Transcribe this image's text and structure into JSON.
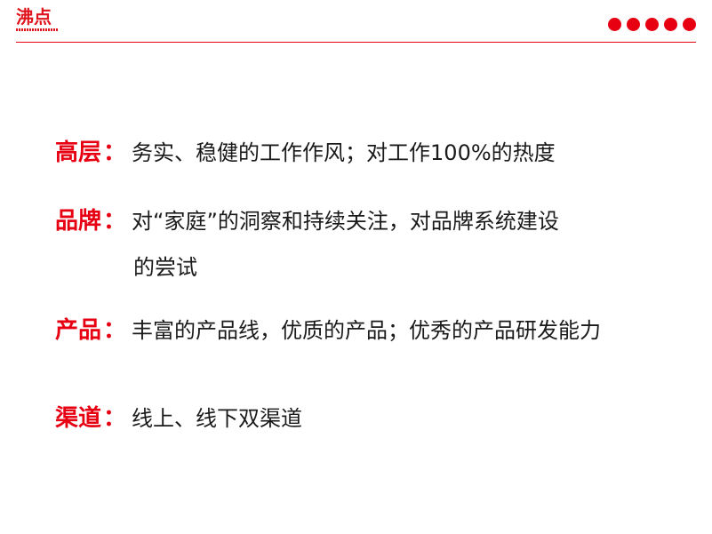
{
  "logo": {
    "text": "沸点"
  },
  "colors": {
    "accent": "#e60012",
    "text": "#1a1a1a"
  },
  "items": [
    {
      "label": "高层",
      "separator": "：",
      "text": "务实、稳健的工作作风；对工作100%的热度",
      "continuation": ""
    },
    {
      "label": "品牌",
      "separator": "：",
      "text": "对“家庭”的洞察和持续关注，对品牌系统建设",
      "continuation": "的尝试"
    },
    {
      "label": "产品",
      "separator": "：",
      "text": "丰富的产品线，优质的产品；优秀的产品研发能力",
      "continuation": ""
    },
    {
      "label": "渠道",
      "separator": "：",
      "text": "线上、线下双渠道",
      "continuation": ""
    }
  ]
}
